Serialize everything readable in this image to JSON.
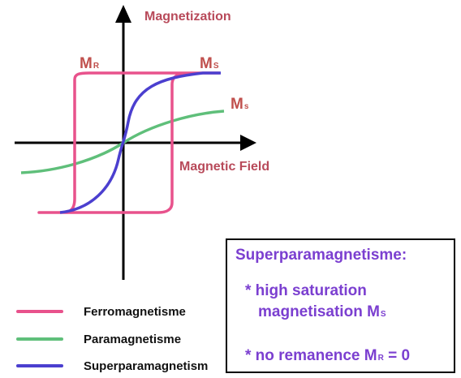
{
  "diagram": {
    "y_axis_label": "Magnetization",
    "x_axis_label": "Magnetic Field",
    "labels": {
      "mr": {
        "main": "M",
        "sub": "R"
      },
      "ms_top": {
        "main": "M",
        "sub": "S"
      },
      "ms_para": {
        "main": "M",
        "sub": "s"
      }
    },
    "colors": {
      "ferromagnetism": "#e8528c",
      "paramagnetism": "#5fbf7a",
      "superparamagnetism": "#4b3fcf",
      "axis": "#000000",
      "label": "#c0504d",
      "box_text": "#7b3fd0"
    }
  },
  "legend": [
    {
      "label": "Ferromagnetisme",
      "color": "#e8528c"
    },
    {
      "label": "Paramagnetisme",
      "color": "#5fbf7a"
    },
    {
      "label": "Superparamagnetism",
      "color": "#4b3fcf"
    }
  ],
  "info_box": {
    "title": "Superparamagnetisme:",
    "line1": "* high saturation",
    "line2_text": "magnetisation  M",
    "line2_sub": "S",
    "line3_text": "* no remanence M",
    "line3_sub": "R",
    "line3_tail": " = 0"
  }
}
